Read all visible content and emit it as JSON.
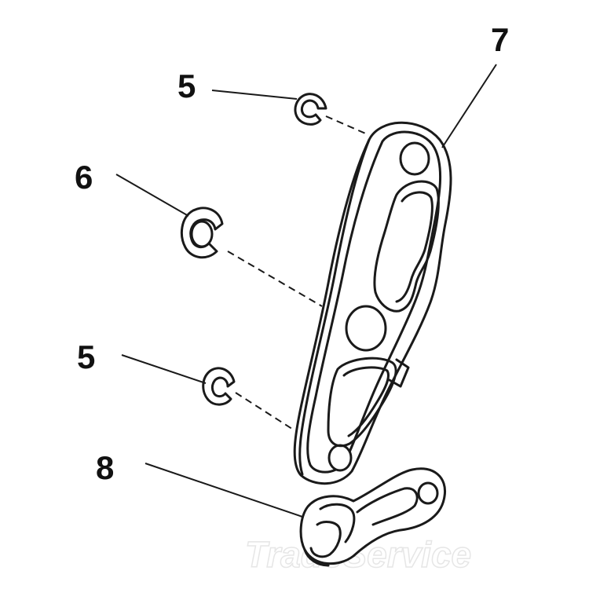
{
  "callouts": {
    "clip_upper": "5",
    "washer": "6",
    "clip_lower": "5",
    "arm": "7",
    "link": "8"
  },
  "watermark": "TradeService"
}
